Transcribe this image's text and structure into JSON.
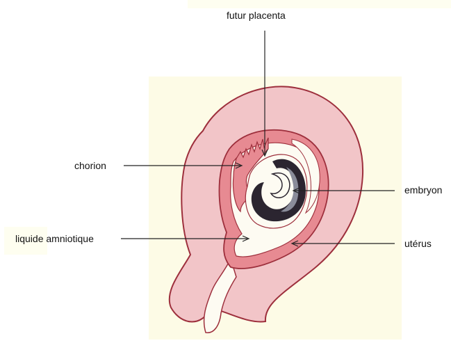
{
  "labels": {
    "placenta": "futur placenta",
    "chorion": "chorion",
    "embryo": "embryon",
    "amniotic": "liquide amniotique",
    "uterus": "utérus"
  },
  "colors": {
    "panel": "#fdfbe6",
    "label_panel": "#fefef0",
    "uterus_outer": "#f2c5c8",
    "uterus_inner": "#e78a92",
    "outline": "#9d2f3c",
    "cavity": "#fdfbf2",
    "embryo_dark": "#2b2530",
    "embryo_grey": "#8a8c9a"
  }
}
